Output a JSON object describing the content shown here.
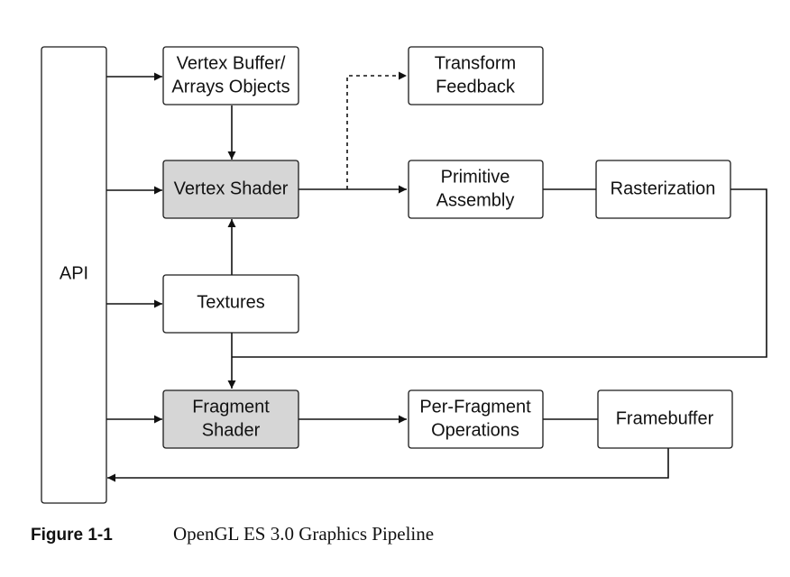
{
  "diagram": {
    "nodes": {
      "api": {
        "lines": [
          "API"
        ],
        "shaded": false
      },
      "vertex_buffer": {
        "lines": [
          "Vertex Buffer/",
          "Arrays Objects"
        ],
        "shaded": false
      },
      "transform_feedback": {
        "lines": [
          "Transform",
          "Feedback"
        ],
        "shaded": false
      },
      "vertex_shader": {
        "lines": [
          "Vertex Shader"
        ],
        "shaded": true
      },
      "primitive_assembly": {
        "lines": [
          "Primitive",
          "Assembly"
        ],
        "shaded": false
      },
      "rasterization": {
        "lines": [
          "Rasterization"
        ],
        "shaded": false
      },
      "textures": {
        "lines": [
          "Textures"
        ],
        "shaded": false
      },
      "fragment_shader": {
        "lines": [
          "Fragment",
          "Shader"
        ],
        "shaded": true
      },
      "per_fragment_operations": {
        "lines": [
          "Per-Fragment",
          "Operations"
        ],
        "shaded": false
      },
      "framebuffer": {
        "lines": [
          "Framebuffer"
        ],
        "shaded": false
      }
    },
    "edges": [
      {
        "from": "api",
        "to": "vertex_buffer"
      },
      {
        "from": "api",
        "to": "vertex_shader"
      },
      {
        "from": "api",
        "to": "textures"
      },
      {
        "from": "api",
        "to": "fragment_shader"
      },
      {
        "from": "vertex_buffer",
        "to": "vertex_shader"
      },
      {
        "from": "textures",
        "to": "vertex_shader"
      },
      {
        "from": "textures",
        "to": "fragment_shader"
      },
      {
        "from": "vertex_shader",
        "to": "primitive_assembly"
      },
      {
        "from": "vertex_shader",
        "to": "transform_feedback",
        "style": "dashed"
      },
      {
        "from": "primitive_assembly",
        "to": "rasterization"
      },
      {
        "from": "rasterization",
        "to": "fragment_shader"
      },
      {
        "from": "fragment_shader",
        "to": "per_fragment_operations"
      },
      {
        "from": "per_fragment_operations",
        "to": "framebuffer"
      },
      {
        "from": "framebuffer",
        "to": "api"
      }
    ],
    "colors": {
      "shaded_fill": "#d6d6d6",
      "plain_fill": "#ffffff",
      "stroke": "#1a1a1a"
    }
  },
  "caption": {
    "label": "Figure 1-1",
    "title": "OpenGL ES 3.0 Graphics Pipeline"
  }
}
